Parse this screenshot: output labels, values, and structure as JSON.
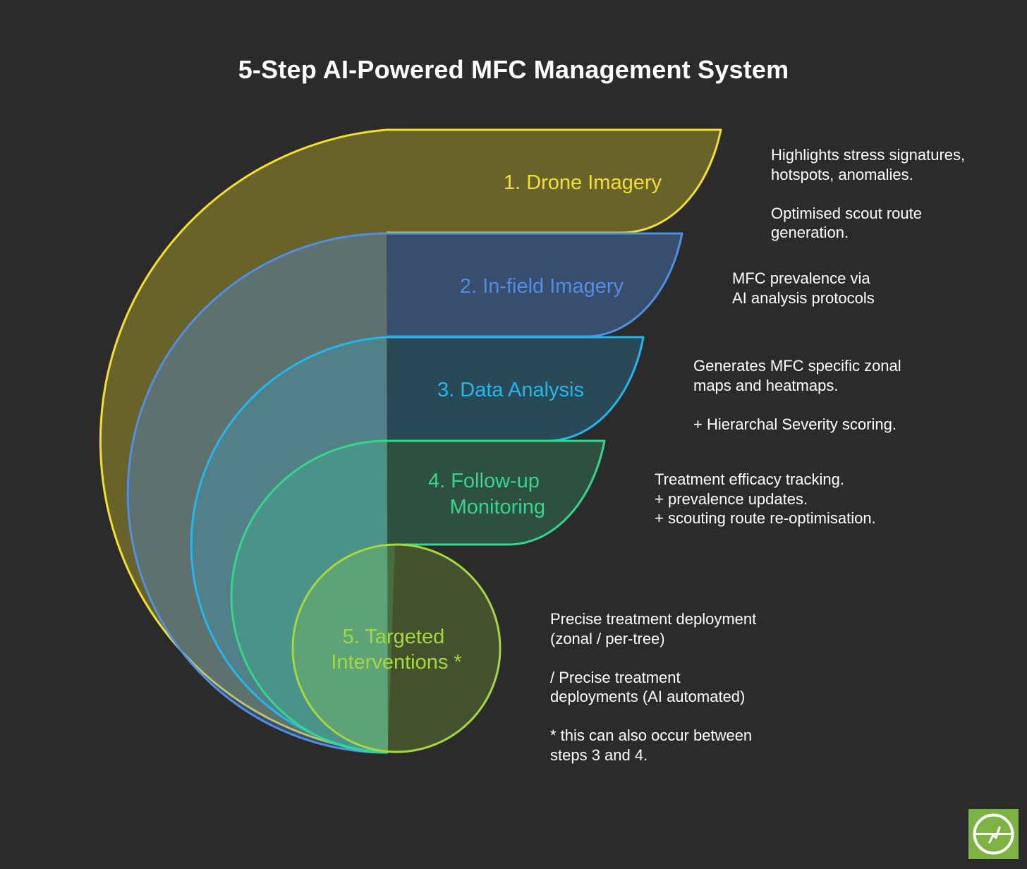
{
  "title": "5-Step AI-Powered MFC Management System",
  "colors": {
    "background": "#2b2b2b",
    "step1": "#f4e02b",
    "step2": "#4f8fe6",
    "step3": "#22b8ee",
    "step4": "#35d68c",
    "step5": "#a3d93a",
    "logo": "#7cb342"
  },
  "steps": [
    {
      "label_lines": [
        "1. Drone Imagery"
      ],
      "description": [
        "Highlights stress signatures,",
        "hotspots, anomalies.",
        "",
        "Optimised scout route",
        "generation."
      ]
    },
    {
      "label_lines": [
        "2. In-field Imagery"
      ],
      "description": [
        "MFC prevalence via",
        "AI analysis protocols"
      ]
    },
    {
      "label_lines": [
        "3. Data Analysis"
      ],
      "description": [
        "Generates MFC specific zonal",
        "maps and heatmaps.",
        "",
        "+ Hierarchal Severity scoring."
      ]
    },
    {
      "label_lines": [
        "4. Follow-up",
        "Monitoring"
      ],
      "description": [
        "Treatment efficacy tracking.",
        "+ prevalence updates.",
        "+ scouting route re-optimisation."
      ]
    },
    {
      "label_lines": [
        "5. Targeted",
        "Interventions *"
      ],
      "description": [
        "Precise treatment deployment",
        "(zonal / per-tree)",
        "",
        "/ Precise treatment",
        "deployments (AI automated)",
        "",
        "* this can also occur between",
        "steps 3 and 4."
      ]
    }
  ],
  "logo_icon": "gauge-icon"
}
